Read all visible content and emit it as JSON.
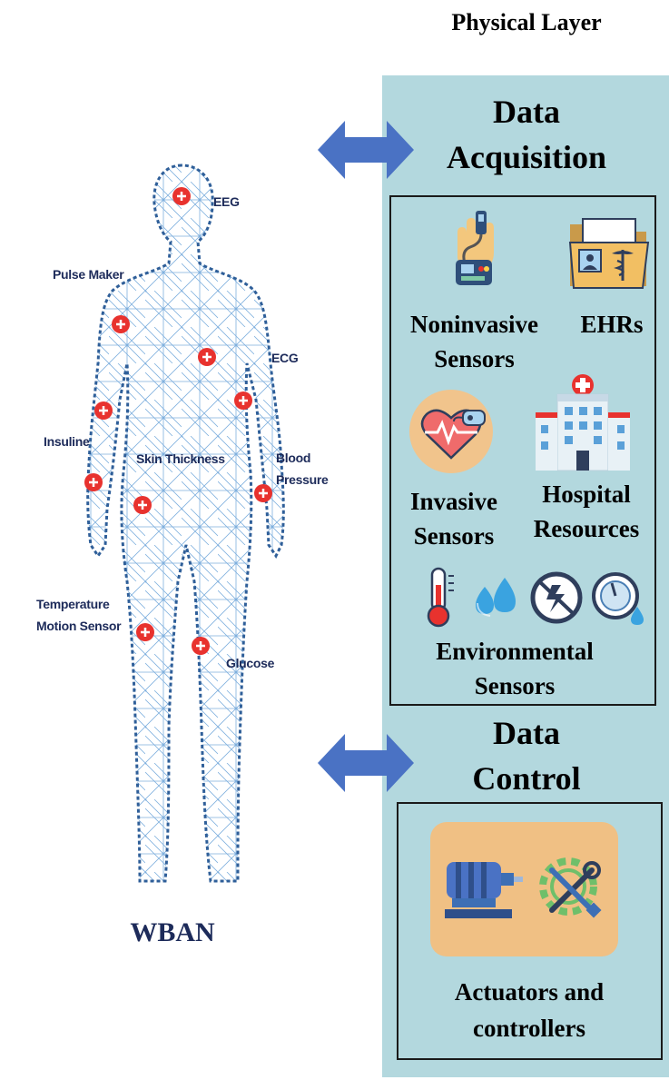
{
  "header": {
    "title": "Physical Layer"
  },
  "acquisition": {
    "heading_line1": "Data",
    "heading_line2": "Acquisition",
    "items": [
      {
        "line1": "Noninvasive",
        "line2": "Sensors",
        "icon": "hand-sensor-icon"
      },
      {
        "line1": "EHRs",
        "line2": "",
        "icon": "medical-folder-icon"
      },
      {
        "line1": "Invasive",
        "line2": "Sensors",
        "icon": "heart-pacemaker-icon"
      },
      {
        "line1": "Hospital",
        "line2": "Resources",
        "icon": "hospital-building-icon"
      },
      {
        "line1": "Environmental",
        "line2": "Sensors",
        "icon": "thermometer-humidity-icon"
      }
    ]
  },
  "control": {
    "heading_line1": "Data",
    "heading_line2": "Control",
    "item_line1": "Actuators and",
    "item_line2": "controllers",
    "icons": [
      "motor-icon",
      "gear-tools-icon"
    ]
  },
  "body": {
    "caption": "WBAN",
    "sensor_labels": [
      "EEG",
      "Pulse Maker",
      "ECG",
      "Insuline",
      "Skin Thickness",
      "Blood",
      "Pressure",
      "Temperature",
      "Motion Sensor",
      "Glucose"
    ]
  },
  "colors": {
    "panel": "#b3d8de",
    "arrow": "#4a72c4",
    "sensor_dot": "#e8322e",
    "mesh": "#7fb0de",
    "label": "#1d2b5a",
    "actuator_card": "#f0c084"
  }
}
